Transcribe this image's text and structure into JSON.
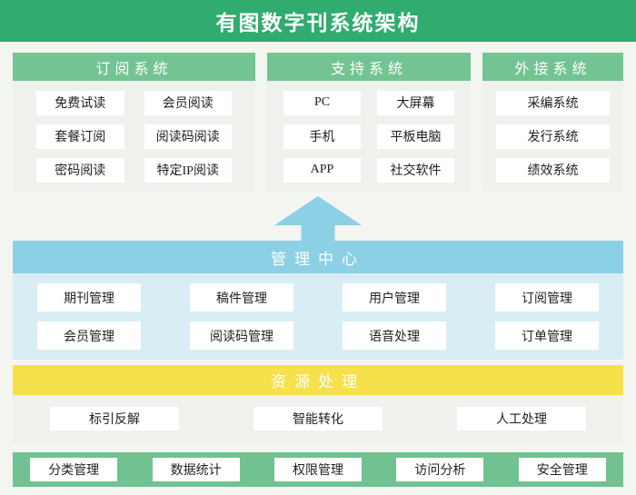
{
  "title": "有图数字刊系统架构",
  "colors": {
    "title_green": "#2fac6e",
    "section_green": "#73c492",
    "bottom_green": "#70c391",
    "blue": "#8bd0e4",
    "light_blue_panel": "#d9edf5",
    "yellow": "#f6e04c",
    "page_background": "#f3f5f1",
    "panel_gray": "#f0f1ed",
    "box_white": "#ffffff"
  },
  "top_sections": [
    {
      "header": "订阅系统",
      "items": [
        "免费试读",
        "会员阅读",
        "套餐订阅",
        "阅读码阅读",
        "密码阅读",
        "特定IP阅读"
      ]
    },
    {
      "header": "支持系统",
      "items": [
        "PC",
        "大屏幕",
        "手机",
        "平板电脑",
        "APP",
        "社交软件"
      ]
    },
    {
      "header": "外接系统",
      "items": [
        "采编系统",
        "发行系统",
        "绩效系统"
      ]
    }
  ],
  "management": {
    "header": "管理中心",
    "items": [
      "期刊管理",
      "稿件管理",
      "用户管理",
      "订阅管理",
      "会员管理",
      "阅读码管理",
      "语音处理",
      "订单管理"
    ]
  },
  "resource": {
    "header": "资源处理",
    "items": [
      "标引反解",
      "智能转化",
      "人工处理"
    ]
  },
  "bottom": {
    "items": [
      "分类管理",
      "数据统计",
      "权限管理",
      "访问分析",
      "安全管理"
    ]
  },
  "icons": {
    "up_arrow": "arrow-up"
  }
}
